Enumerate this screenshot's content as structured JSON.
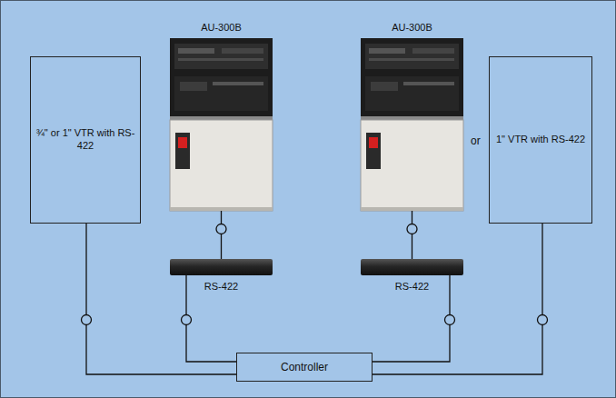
{
  "diagram": {
    "nodes": [
      {
        "text": [
          "¾\" or 1\" VTR with RS-422"
        ]
      },
      {
        "text": [
          "AU-300B"
        ]
      },
      {
        "text": [
          "AU-300B"
        ]
      },
      {
        "text": [
          "1\" VTR with RS-422"
        ]
      },
      {
        "text": [
          "RS-422"
        ]
      },
      {
        "text": [
          "RS-422"
        ]
      },
      {
        "text": [
          "Controller"
        ]
      }
    ],
    "edges": [
      {
        "from": 1,
        "to": 4,
        "arrow": "none"
      },
      {
        "from": 2,
        "to": 5,
        "arrow": "none"
      },
      {
        "from": 0,
        "to": 6,
        "arrow": "none"
      },
      {
        "from": 4,
        "to": 6,
        "arrow": "none"
      },
      {
        "from": 5,
        "to": 6,
        "arrow": "none"
      },
      {
        "from": 3,
        "to": 6,
        "arrow": "none"
      }
    ],
    "labels": [
      "or"
    ]
  }
}
